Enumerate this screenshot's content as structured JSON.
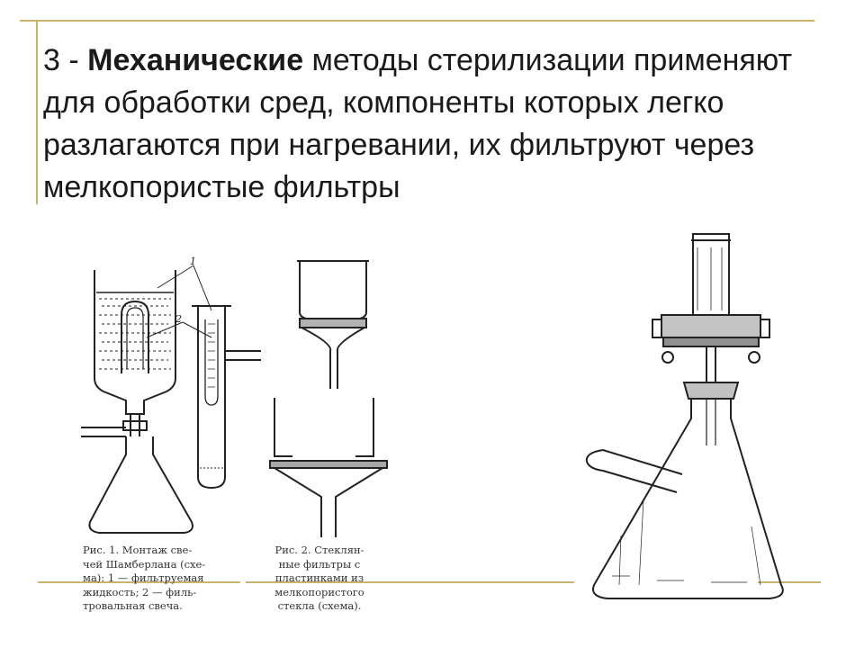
{
  "slide": {
    "heading_prefix": "3 - ",
    "heading_bold": "Механические",
    "heading_rest": " методы стерилизации применяют для обработки сред, компоненты которых легко разлагаются при нагревании, их фильтруют через мелкопористые фильтры"
  },
  "figure1": {
    "caption": "Рис. 1. Монтаж све-\nчей Шамберлана (схе-\nма): 1 — фильтруемая\nжидкость; 2 — филь-\nтровальная свеча.",
    "label_1": "1",
    "label_2": "2"
  },
  "figure2": {
    "caption": "Рис. 2. Стеклян-\nные фильтры с\nпластинками из\nмелкопористого\nстекла (схема)."
  },
  "colors": {
    "accent_lines": "#c8b46a",
    "text": "#1a1a1a"
  }
}
